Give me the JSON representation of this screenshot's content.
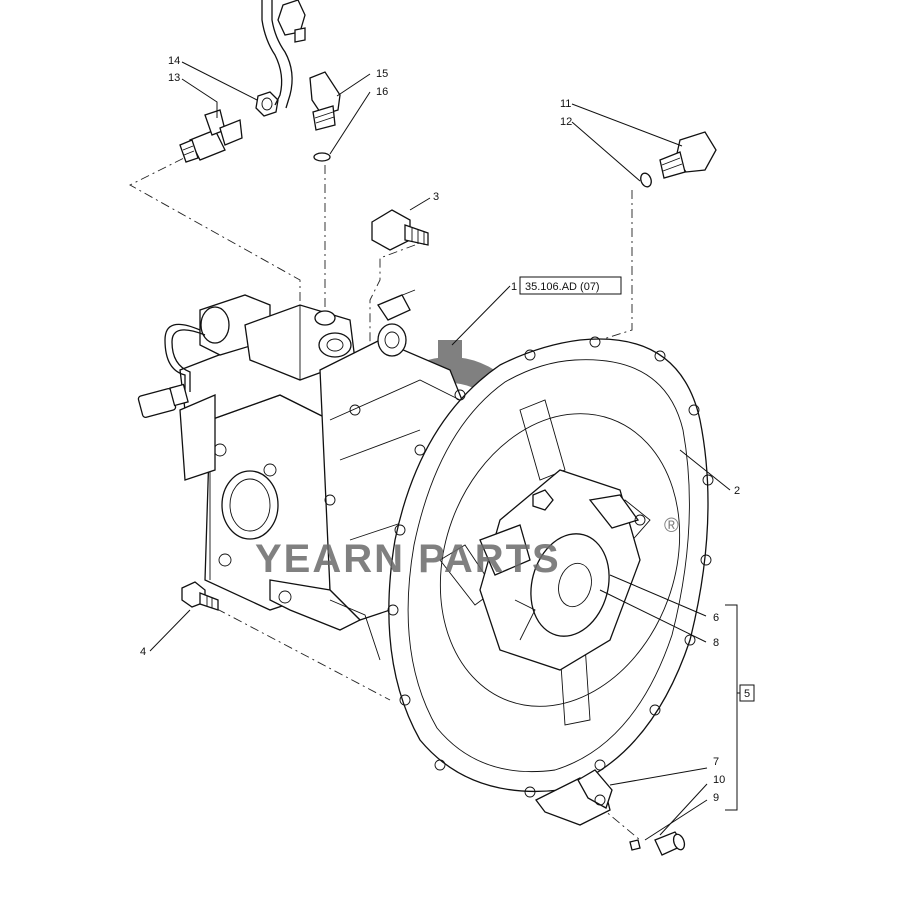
{
  "callouts": {
    "c1": "1",
    "c2": "2",
    "c3": "3",
    "c4": "4",
    "c5": "5",
    "c6": "6",
    "c7": "7",
    "c8": "8",
    "c9": "9",
    "c10": "10",
    "c11": "11",
    "c12": "12",
    "c13": "13",
    "c14": "14",
    "c15": "15",
    "c16": "16"
  },
  "reference_box": "35.106.AD (07)",
  "watermark": {
    "brand": "YEARN PARTS",
    "registered": "®",
    "colors": {
      "gear": "#6b6b6b",
      "flame": "#f2a71b"
    }
  }
}
